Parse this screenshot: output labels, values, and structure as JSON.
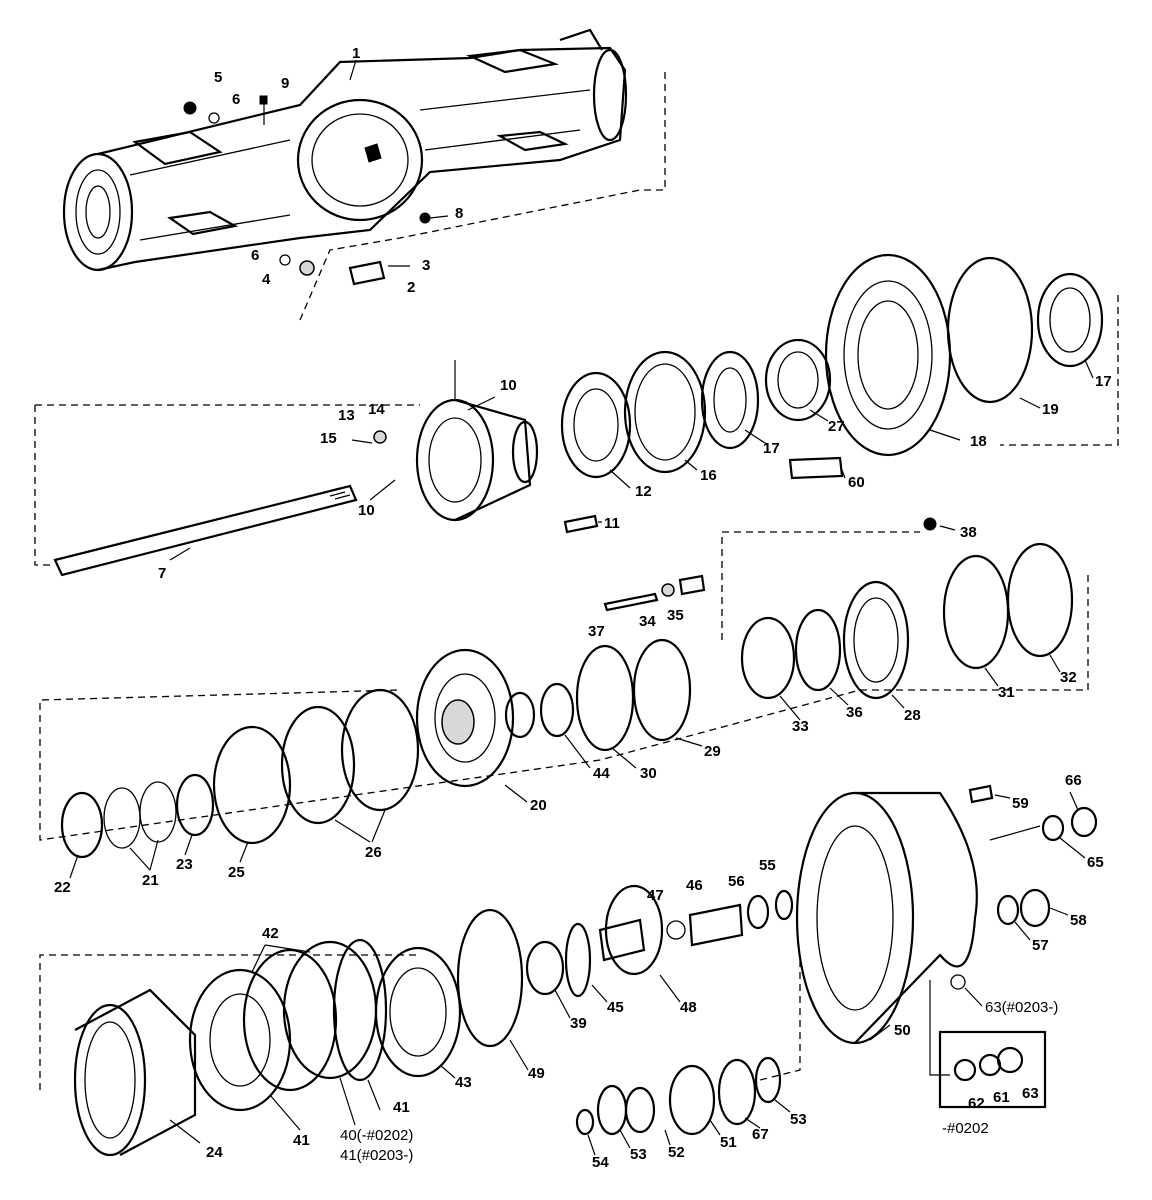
{
  "diagram": {
    "callouts": {
      "c1": "1",
      "c2": "2",
      "c3": "3",
      "c4": "4",
      "c5": "5",
      "c6a": "6",
      "c6b": "6",
      "c7": "7",
      "c8": "8",
      "c9": "9",
      "c10a": "10",
      "c10b": "10",
      "c11": "11",
      "c12": "12",
      "c13": "13",
      "c14": "14",
      "c15": "15",
      "c16": "16",
      "c17a": "17",
      "c17b": "17",
      "c18": "18",
      "c19": "19",
      "c20": "20",
      "c21": "21",
      "c22": "22",
      "c23": "23",
      "c24": "24",
      "c25": "25",
      "c26": "26",
      "c27": "27",
      "c28": "28",
      "c29": "29",
      "c30": "30",
      "c31": "31",
      "c32": "32",
      "c33": "33",
      "c34": "34",
      "c35": "35",
      "c36": "36",
      "c37": "37",
      "c38": "38",
      "c39": "39",
      "c40": "40(-#0202)",
      "c41a": "41",
      "c41b": "41",
      "c41c": "41(#0203-)",
      "c42": "42",
      "c43": "43",
      "c44": "44",
      "c45": "45",
      "c46": "46",
      "c47": "47",
      "c48": "48",
      "c49": "49",
      "c50": "50",
      "c51": "51",
      "c52": "52",
      "c53a": "53",
      "c53b": "53",
      "c54": "54",
      "c55": "55",
      "c56": "56",
      "c57": "57",
      "c58": "58",
      "c59": "59",
      "c60": "60",
      "c61": "61",
      "c62": "62",
      "c63a": "63",
      "c63b": "63(#0203-)",
      "c65": "65",
      "c66": "66",
      "c67": "67"
    },
    "inset_note": "-#0202"
  }
}
